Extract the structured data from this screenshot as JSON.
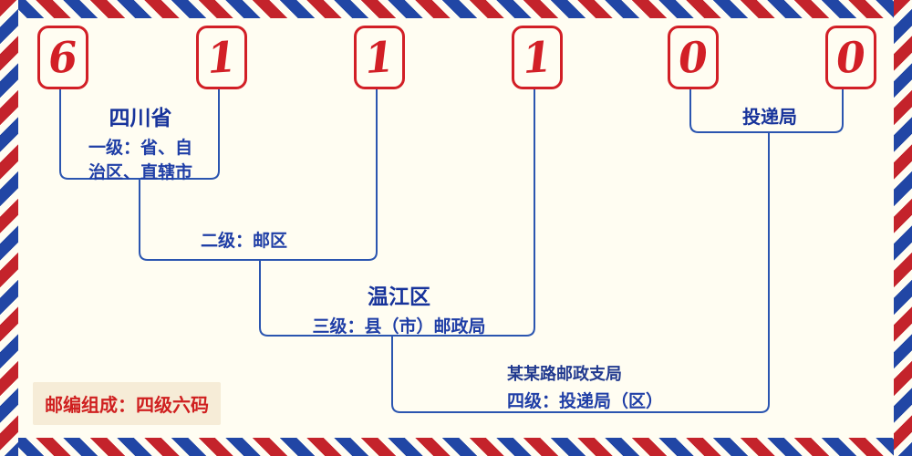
{
  "postal_code": {
    "digits": [
      "6",
      "1",
      "1",
      "1",
      "0",
      "0"
    ]
  },
  "annotations": {
    "level1": {
      "region": "四川省",
      "description": "一级：省、自治区、直辖市"
    },
    "level2": {
      "description": "二级：邮区"
    },
    "level3": {
      "region": "温江区",
      "description": "三级：县（市）邮政局"
    },
    "level4": {
      "branch": "某某路邮政支局",
      "description": "四级：投递局（区）"
    },
    "delivery_office": "投递局",
    "footer_note": "邮编组成：四级六码"
  },
  "colors": {
    "digit_red": "#d21f26",
    "connector_blue": "#2b55b0",
    "label_blue": "#1f3ea6",
    "heading_blue": "#17339b",
    "note_red": "#cf1f1f",
    "stripe_red": "#c4232b",
    "stripe_blue": "#2146a5",
    "background_cream": "#fffdf2",
    "note_background": "#f6ecd7"
  }
}
